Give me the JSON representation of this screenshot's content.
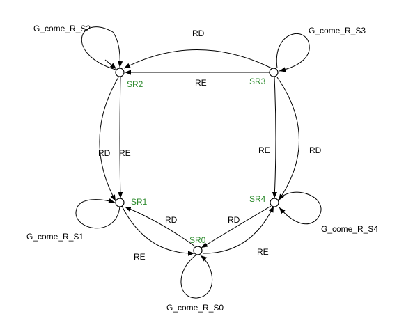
{
  "colors": {
    "state_label": "#2e8b2e",
    "edge": "#000000",
    "background": "#ffffff"
  },
  "states": {
    "sr0": "SR0",
    "sr1": "SR1",
    "sr2": "SR2",
    "sr3": "SR3",
    "sr4": "SR4"
  },
  "loops": {
    "s0": "G_come_R_S0",
    "s1": "G_come_R_S1",
    "s2": "G_come_R_S2",
    "s3": "G_come_R_S3",
    "s4": "G_come_R_S4"
  },
  "edges": {
    "sr2_sr3_top": "RD",
    "sr3_sr2_bottom": "RE",
    "sr2_sr1_left": "RD",
    "sr1_sr2_right": "RE",
    "sr3_sr4_left": "RE",
    "sr3_sr4_right": "RD",
    "sr1_sr0_upper": "RD",
    "sr0_sr1_lower": "RE",
    "sr4_sr0_upper": "RD",
    "sr0_sr4_lower": "RE"
  }
}
